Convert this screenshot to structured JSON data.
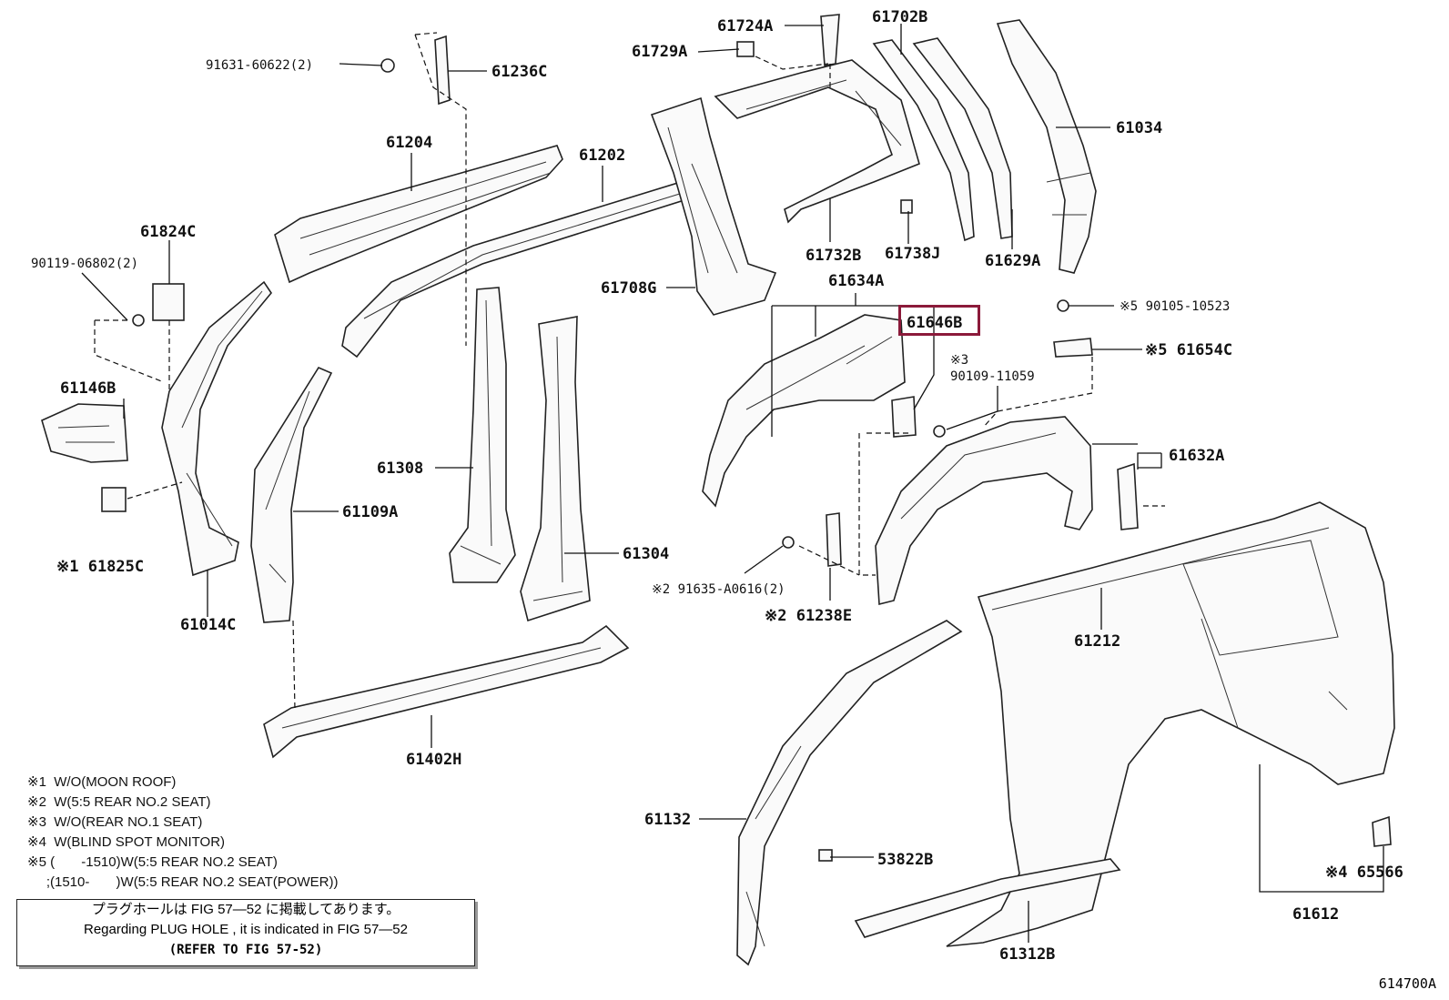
{
  "parts": [
    {
      "id": "p61724A",
      "label": "61724A"
    },
    {
      "id": "p61702B",
      "label": "61702B"
    },
    {
      "id": "p61729A",
      "label": "61729A"
    },
    {
      "id": "p91631",
      "label": "91631-60622(2)"
    },
    {
      "id": "p61236C",
      "label": "61236C"
    },
    {
      "id": "p61034",
      "label": "61034"
    },
    {
      "id": "p61204",
      "label": "61204"
    },
    {
      "id": "p61202",
      "label": "61202"
    },
    {
      "id": "p61824C",
      "label": "61824C"
    },
    {
      "id": "p90119",
      "label": "90119-06802(2)"
    },
    {
      "id": "p61732B",
      "label": "61732B"
    },
    {
      "id": "p61738J",
      "label": "61738J"
    },
    {
      "id": "p61629A",
      "label": "61629A"
    },
    {
      "id": "p61708G",
      "label": "61708G"
    },
    {
      "id": "p61634A",
      "label": "61634A"
    },
    {
      "id": "p61646B",
      "label": "61646B"
    },
    {
      "id": "p90105",
      "label": "※5 90105-10523"
    },
    {
      "id": "p61654C",
      "label": "※5 61654C"
    },
    {
      "id": "p90109",
      "label": "※3\n90109-11059"
    },
    {
      "id": "p61146B",
      "label": "61146B"
    },
    {
      "id": "p61308",
      "label": "61308"
    },
    {
      "id": "p61109A",
      "label": "61109A"
    },
    {
      "id": "p61632A",
      "label": "61632A"
    },
    {
      "id": "p61825C",
      "label": "※1 61825C"
    },
    {
      "id": "p61304",
      "label": "61304"
    },
    {
      "id": "p91635",
      "label": "※2 91635-A0616(2)"
    },
    {
      "id": "p61238E",
      "label": "※2 61238E"
    },
    {
      "id": "p61014C",
      "label": "61014C"
    },
    {
      "id": "p61212",
      "label": "61212"
    },
    {
      "id": "p61402H",
      "label": "61402H"
    },
    {
      "id": "p61132",
      "label": "61132"
    },
    {
      "id": "p53822B",
      "label": "53822B"
    },
    {
      "id": "p65566",
      "label": "※4 65566"
    },
    {
      "id": "p61612",
      "label": "61612"
    },
    {
      "id": "p61312B",
      "label": "61312B"
    }
  ],
  "highlighted_part": "61646B",
  "notes": [
    "※1  W/O(MOON ROOF)",
    "※2  W(5:5 REAR NO.2 SEAT)",
    "※3  W/O(REAR NO.1 SEAT)",
    "※4  W(BLIND SPOT MONITOR)",
    "※5 (       -1510)W(5:5 REAR NO.2 SEAT)",
    "     ;(1510-       )W(5:5 REAR NO.2 SEAT(POWER))"
  ],
  "notice": {
    "line1": "プラグホールは FIG  57―52 に掲載してあります。",
    "line2": "Regarding  PLUG  HOLE , it is indicated in  FIG  57―52",
    "line3": "(REFER TO FIG 57-52)"
  },
  "figure_id": "614700A"
}
